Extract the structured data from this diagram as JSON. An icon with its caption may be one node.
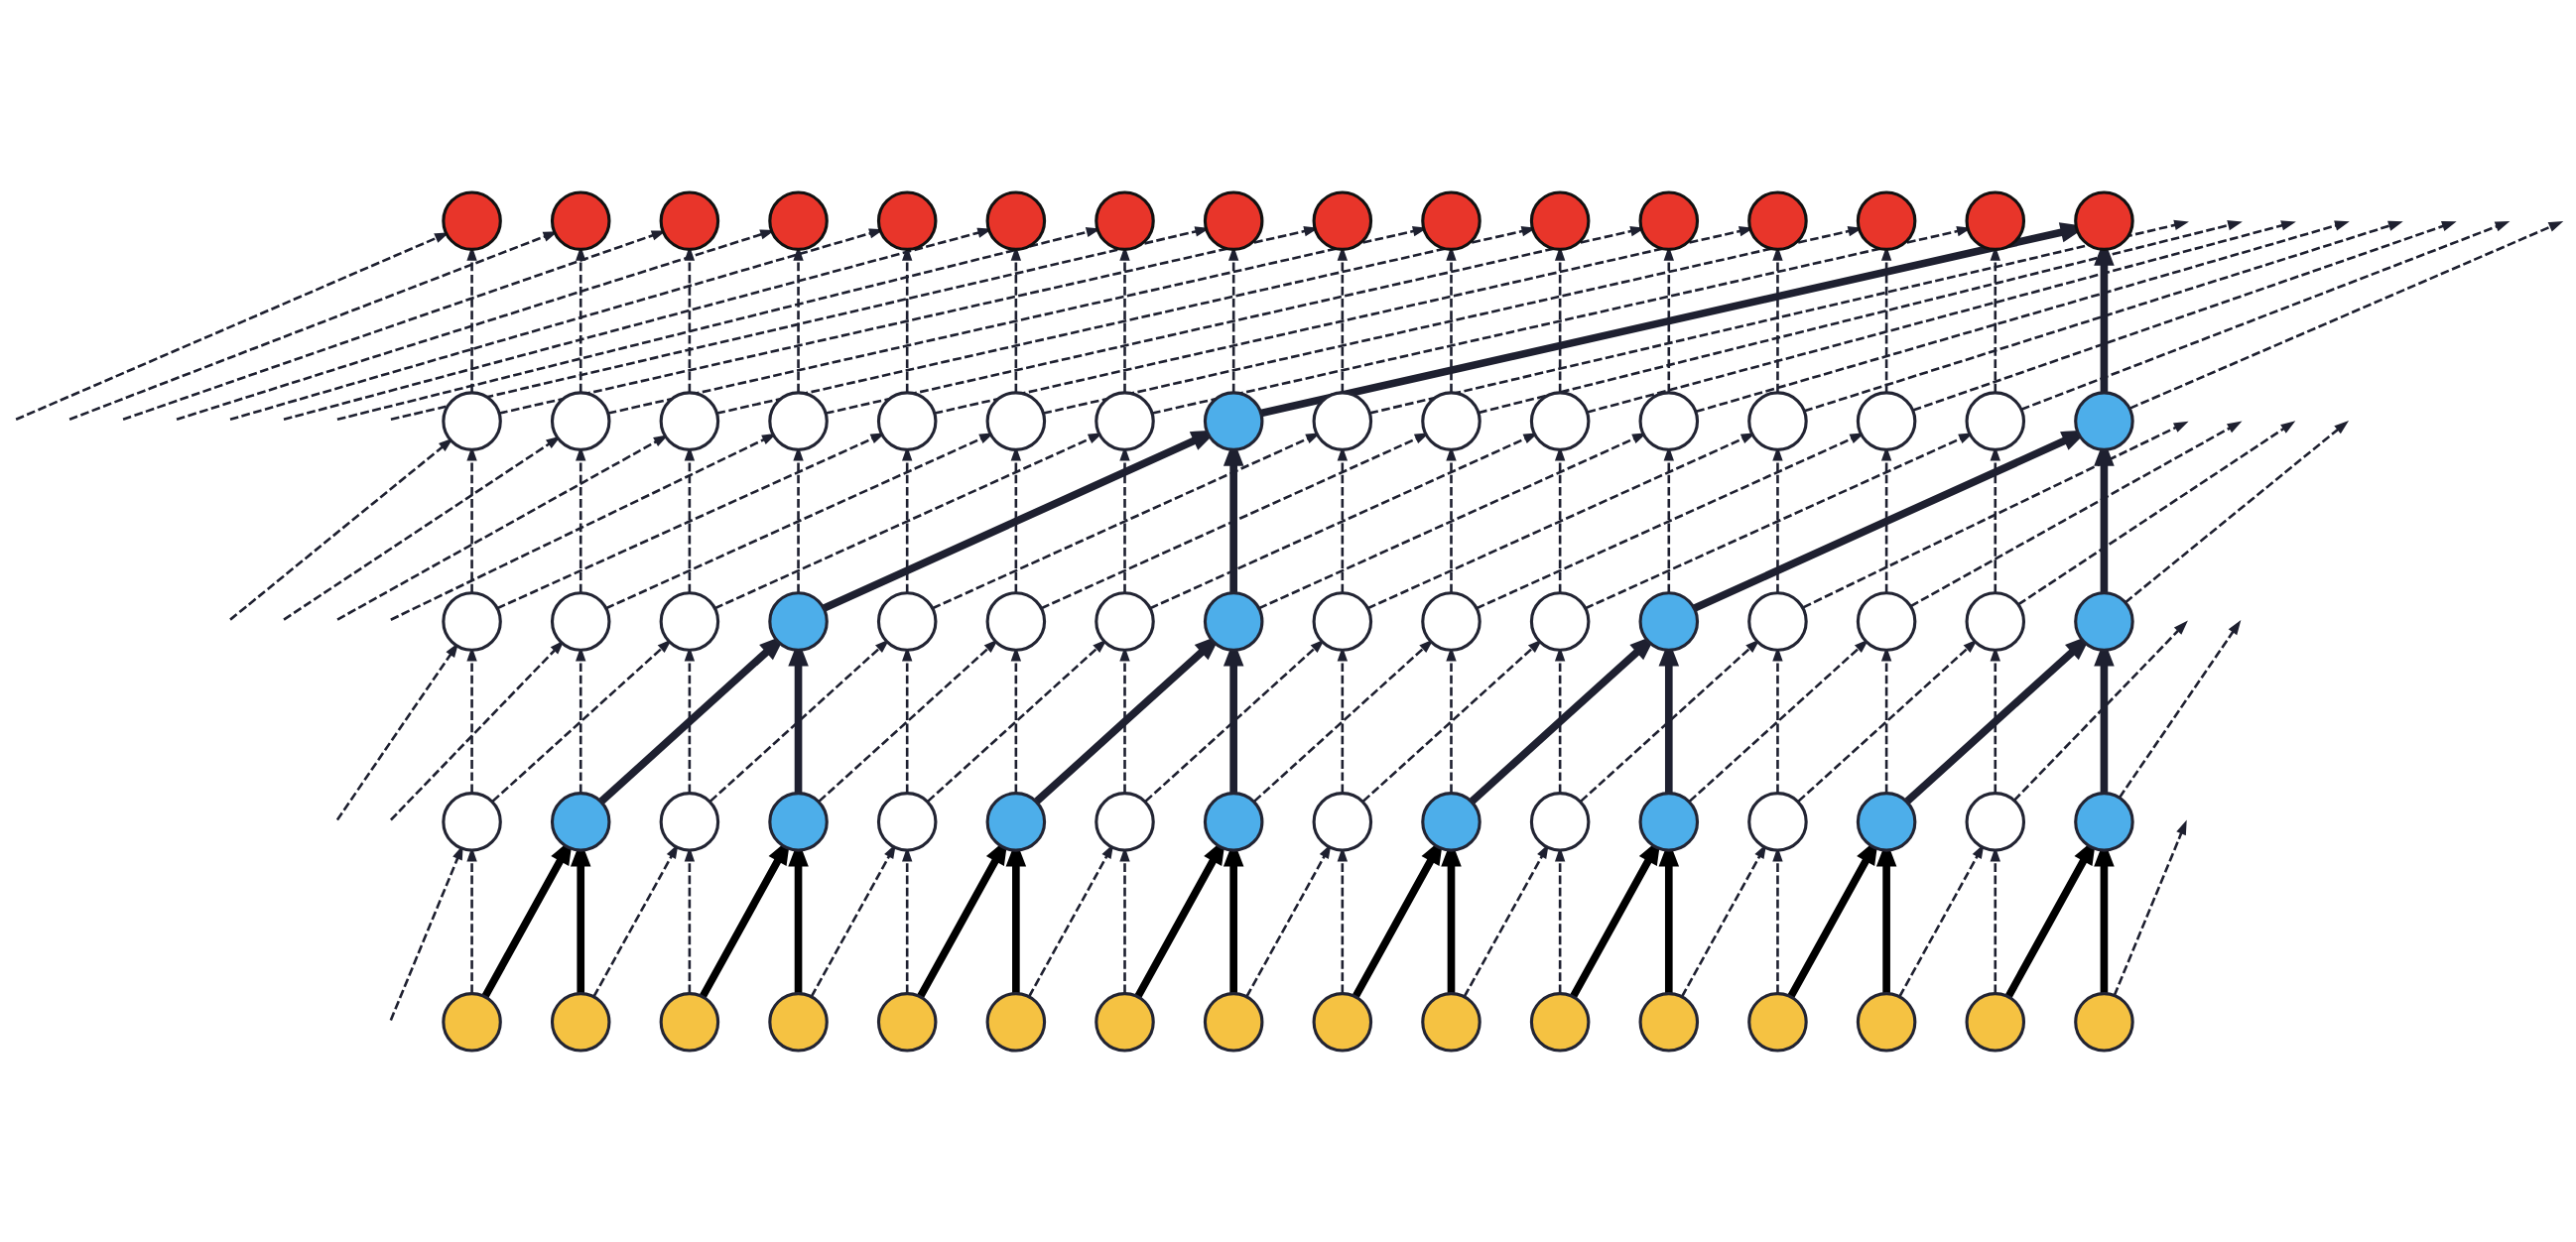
{
  "diagram": {
    "nodes": [
      {
        "text": [],
        "shape": "circle"
      },
      {
        "text": [],
        "shape": "circle"
      },
      {
        "text": [],
        "shape": "circle"
      },
      {
        "text": [],
        "shape": "circle"
      },
      {
        "text": [],
        "shape": "circle"
      },
      {
        "text": [],
        "shape": "circle"
      },
      {
        "text": [],
        "shape": "circle"
      },
      {
        "text": [],
        "shape": "circle"
      },
      {
        "text": [],
        "shape": "circle"
      },
      {
        "text": [],
        "shape": "circle"
      },
      {
        "text": [],
        "shape": "circle"
      },
      {
        "text": [],
        "shape": "circle"
      },
      {
        "text": [],
        "shape": "circle"
      },
      {
        "text": [],
        "shape": "circle"
      },
      {
        "text": [],
        "shape": "circle"
      },
      {
        "text": [],
        "shape": "circle"
      },
      {
        "text": [],
        "shape": "circle"
      },
      {
        "text": [],
        "shape": "circle"
      },
      {
        "text": [],
        "shape": "circle"
      },
      {
        "text": [],
        "shape": "circle"
      },
      {
        "text": [],
        "shape": "circle"
      },
      {
        "text": [],
        "shape": "circle"
      },
      {
        "text": [],
        "shape": "circle"
      },
      {
        "text": [],
        "shape": "circle"
      },
      {
        "text": [],
        "shape": "circle"
      },
      {
        "text": [],
        "shape": "circle"
      },
      {
        "text": [],
        "shape": "circle"
      },
      {
        "text": [],
        "shape": "circle"
      },
      {
        "text": [],
        "shape": "circle"
      },
      {
        "text": [],
        "shape": "circle"
      },
      {
        "text": [],
        "shape": "circle"
      },
      {
        "text": [],
        "shape": "circle"
      },
      {
        "text": [],
        "shape": "circle"
      },
      {
        "text": [],
        "shape": "circle"
      },
      {
        "text": [],
        "shape": "circle"
      },
      {
        "text": [],
        "shape": "circle"
      },
      {
        "text": [],
        "shape": "circle"
      },
      {
        "text": [],
        "shape": "circle"
      },
      {
        "text": [],
        "shape": "circle"
      },
      {
        "text": [],
        "shape": "circle"
      },
      {
        "text": [],
        "shape": "circle"
      },
      {
        "text": [],
        "shape": "circle"
      },
      {
        "text": [],
        "shape": "circle"
      },
      {
        "text": [],
        "shape": "circle"
      },
      {
        "text": [],
        "shape": "circle"
      },
      {
        "text": [],
        "shape": "circle"
      },
      {
        "text": [],
        "shape": "circle"
      },
      {
        "text": [],
        "shape": "circle"
      },
      {
        "text": [],
        "shape": "circle"
      },
      {
        "text": [],
        "shape": "circle"
      },
      {
        "text": [],
        "shape": "circle"
      },
      {
        "text": [],
        "shape": "circle"
      },
      {
        "text": [],
        "shape": "circle"
      },
      {
        "text": [],
        "shape": "circle"
      },
      {
        "text": [],
        "shape": "circle"
      },
      {
        "text": [],
        "shape": "circle"
      },
      {
        "text": [],
        "shape": "circle"
      },
      {
        "text": [],
        "shape": "circle"
      },
      {
        "text": [],
        "shape": "circle"
      },
      {
        "text": [],
        "shape": "circle"
      },
      {
        "text": [],
        "shape": "circle"
      },
      {
        "text": [],
        "shape": "circle"
      },
      {
        "text": [],
        "shape": "circle"
      },
      {
        "text": [],
        "shape": "circle"
      },
      {
        "text": [],
        "shape": "circle"
      },
      {
        "text": [],
        "shape": "circle"
      },
      {
        "text": [],
        "shape": "circle"
      },
      {
        "text": [],
        "shape": "circle"
      },
      {
        "text": [],
        "shape": "circle"
      },
      {
        "text": [],
        "shape": "circle"
      },
      {
        "text": [],
        "shape": "circle"
      },
      {
        "text": [],
        "shape": "circle"
      },
      {
        "text": [],
        "shape": "circle"
      },
      {
        "text": [],
        "shape": "circle"
      },
      {
        "text": [],
        "shape": "circle"
      },
      {
        "text": [],
        "shape": "circle"
      },
      {
        "text": [],
        "shape": "circle"
      },
      {
        "text": [],
        "shape": "circle"
      },
      {
        "text": [],
        "shape": "circle"
      },
      {
        "text": [],
        "shape": "circle"
      }
    ],
    "edges": [
      {
        "from": null,
        "to": 48,
        "arrow": "to",
        "style": "dashed"
      },
      {
        "from": 64,
        "to": 48,
        "arrow": "to",
        "style": "dashed"
      },
      {
        "from": 64,
        "to": 49,
        "arrow": "to",
        "style": "thick",
        "color": "#000000"
      },
      {
        "from": 65,
        "to": 49,
        "arrow": "to",
        "style": "thick",
        "color": "#000000"
      },
      {
        "from": 65,
        "to": 50,
        "arrow": "to",
        "style": "dashed"
      },
      {
        "from": 66,
        "to": 50,
        "arrow": "to",
        "style": "dashed"
      },
      {
        "from": 66,
        "to": 51,
        "arrow": "to",
        "style": "thick",
        "color": "#000000"
      },
      {
        "from": 67,
        "to": 51,
        "arrow": "to",
        "style": "thick",
        "color": "#000000"
      },
      {
        "from": 67,
        "to": 52,
        "arrow": "to",
        "style": "dashed"
      },
      {
        "from": 68,
        "to": 52,
        "arrow": "to",
        "style": "dashed"
      },
      {
        "from": 68,
        "to": 53,
        "arrow": "to",
        "style": "thick",
        "color": "#000000"
      },
      {
        "from": 69,
        "to": 53,
        "arrow": "to",
        "style": "thick",
        "color": "#000000"
      },
      {
        "from": 69,
        "to": 54,
        "arrow": "to",
        "style": "dashed"
      },
      {
        "from": 70,
        "to": 54,
        "arrow": "to",
        "style": "dashed"
      },
      {
        "from": 70,
        "to": 55,
        "arrow": "to",
        "style": "thick",
        "color": "#000000"
      },
      {
        "from": 71,
        "to": 55,
        "arrow": "to",
        "style": "thick",
        "color": "#000000"
      },
      {
        "from": 71,
        "to": 56,
        "arrow": "to",
        "style": "dashed"
      },
      {
        "from": 72,
        "to": 56,
        "arrow": "to",
        "style": "dashed"
      },
      {
        "from": 72,
        "to": 57,
        "arrow": "to",
        "style": "thick",
        "color": "#000000"
      },
      {
        "from": 73,
        "to": 57,
        "arrow": "to",
        "style": "thick",
        "color": "#000000"
      },
      {
        "from": 73,
        "to": 58,
        "arrow": "to",
        "style": "dashed"
      },
      {
        "from": 74,
        "to": 58,
        "arrow": "to",
        "style": "dashed"
      },
      {
        "from": 74,
        "to": 59,
        "arrow": "to",
        "style": "thick",
        "color": "#000000"
      },
      {
        "from": 75,
        "to": 59,
        "arrow": "to",
        "style": "thick",
        "color": "#000000"
      },
      {
        "from": 75,
        "to": 60,
        "arrow": "to",
        "style": "dashed"
      },
      {
        "from": 76,
        "to": 60,
        "arrow": "to",
        "style": "dashed"
      },
      {
        "from": 76,
        "to": 61,
        "arrow": "to",
        "style": "thick",
        "color": "#000000"
      },
      {
        "from": 77,
        "to": 61,
        "arrow": "to",
        "style": "thick",
        "color": "#000000"
      },
      {
        "from": 77,
        "to": 62,
        "arrow": "to",
        "style": "dashed"
      },
      {
        "from": 78,
        "to": 62,
        "arrow": "to",
        "style": "dashed"
      },
      {
        "from": 78,
        "to": 63,
        "arrow": "to",
        "style": "thick",
        "color": "#000000"
      },
      {
        "from": 79,
        "to": 63,
        "arrow": "to",
        "style": "thick",
        "color": "#000000"
      },
      {
        "from": 79,
        "to": null,
        "arrow": "to",
        "style": "dashed"
      },
      {
        "from": null,
        "to": 32,
        "arrow": "to",
        "style": "dashed"
      },
      {
        "from": null,
        "to": 33,
        "arrow": "to",
        "style": "dashed"
      },
      {
        "from": 48,
        "to": 32,
        "arrow": "to",
        "style": "dashed"
      },
      {
        "from": 48,
        "to": 34,
        "arrow": "to",
        "style": "dashed"
      },
      {
        "from": 49,
        "to": 33,
        "arrow": "to",
        "style": "dashed"
      },
      {
        "from": 49,
        "to": 35,
        "arrow": "to",
        "style": "thick"
      },
      {
        "from": 50,
        "to": 34,
        "arrow": "to",
        "style": "dashed"
      },
      {
        "from": 50,
        "to": 36,
        "arrow": "to",
        "style": "dashed"
      },
      {
        "from": 51,
        "to": 35,
        "arrow": "to",
        "style": "thick"
      },
      {
        "from": 51,
        "to": 37,
        "arrow": "to",
        "style": "dashed"
      },
      {
        "from": 52,
        "to": 36,
        "arrow": "to",
        "style": "dashed"
      },
      {
        "from": 52,
        "to": 38,
        "arrow": "to",
        "style": "dashed"
      },
      {
        "from": 53,
        "to": 37,
        "arrow": "to",
        "style": "dashed"
      },
      {
        "from": 53,
        "to": 39,
        "arrow": "to",
        "style": "thick"
      },
      {
        "from": 54,
        "to": 38,
        "arrow": "to",
        "style": "dashed"
      },
      {
        "from": 54,
        "to": 40,
        "arrow": "to",
        "style": "dashed"
      },
      {
        "from": 55,
        "to": 39,
        "arrow": "to",
        "style": "thick"
      },
      {
        "from": 55,
        "to": 41,
        "arrow": "to",
        "style": "dashed"
      },
      {
        "from": 56,
        "to": 40,
        "arrow": "to",
        "style": "dashed"
      },
      {
        "from": 56,
        "to": 42,
        "arrow": "to",
        "style": "dashed"
      },
      {
        "from": 57,
        "to": 41,
        "arrow": "to",
        "style": "dashed"
      },
      {
        "from": 57,
        "to": 43,
        "arrow": "to",
        "style": "thick"
      },
      {
        "from": 58,
        "to": 42,
        "arrow": "to",
        "style": "dashed"
      },
      {
        "from": 58,
        "to": 44,
        "arrow": "to",
        "style": "dashed"
      },
      {
        "from": 59,
        "to": 43,
        "arrow": "to",
        "style": "thick"
      },
      {
        "from": 59,
        "to": 45,
        "arrow": "to",
        "style": "dashed"
      },
      {
        "from": 60,
        "to": 44,
        "arrow": "to",
        "style": "dashed"
      },
      {
        "from": 60,
        "to": 46,
        "arrow": "to",
        "style": "dashed"
      },
      {
        "from": 61,
        "to": 45,
        "arrow": "to",
        "style": "dashed"
      },
      {
        "from": 61,
        "to": 47,
        "arrow": "to",
        "style": "thick"
      },
      {
        "from": 62,
        "to": 46,
        "arrow": "to",
        "style": "dashed"
      },
      {
        "from": 62,
        "to": null,
        "arrow": "to",
        "style": "dashed"
      },
      {
        "from": 63,
        "to": 47,
        "arrow": "to",
        "style": "thick"
      },
      {
        "from": 63,
        "to": null,
        "arrow": "to",
        "style": "dashed"
      },
      {
        "from": null,
        "to": 16,
        "arrow": "to",
        "style": "dashed"
      },
      {
        "from": null,
        "to": 17,
        "arrow": "to",
        "style": "dashed"
      },
      {
        "from": null,
        "to": 18,
        "arrow": "to",
        "style": "dashed"
      },
      {
        "from": null,
        "to": 19,
        "arrow": "to",
        "style": "dashed"
      },
      {
        "from": 32,
        "to": 16,
        "arrow": "to",
        "style": "dashed"
      },
      {
        "from": 32,
        "to": 20,
        "arrow": "to",
        "style": "dashed"
      },
      {
        "from": 33,
        "to": 17,
        "arrow": "to",
        "style": "dashed"
      },
      {
        "from": 33,
        "to": 21,
        "arrow": "to",
        "style": "dashed"
      },
      {
        "from": 34,
        "to": 18,
        "arrow": "to",
        "style": "dashed"
      },
      {
        "from": 34,
        "to": 22,
        "arrow": "to",
        "style": "dashed"
      },
      {
        "from": 35,
        "to": 19,
        "arrow": "to",
        "style": "dashed"
      },
      {
        "from": 35,
        "to": 23,
        "arrow": "to",
        "style": "thick"
      },
      {
        "from": 36,
        "to": 20,
        "arrow": "to",
        "style": "dashed"
      },
      {
        "from": 36,
        "to": 24,
        "arrow": "to",
        "style": "dashed"
      },
      {
        "from": 37,
        "to": 21,
        "arrow": "to",
        "style": "dashed"
      },
      {
        "from": 37,
        "to": 25,
        "arrow": "to",
        "style": "dashed"
      },
      {
        "from": 38,
        "to": 22,
        "arrow": "to",
        "style": "dashed"
      },
      {
        "from": 38,
        "to": 26,
        "arrow": "to",
        "style": "dashed"
      },
      {
        "from": 39,
        "to": 23,
        "arrow": "to",
        "style": "thick"
      },
      {
        "from": 39,
        "to": 27,
        "arrow": "to",
        "style": "dashed"
      },
      {
        "from": 40,
        "to": 24,
        "arrow": "to",
        "style": "dashed"
      },
      {
        "from": 40,
        "to": 28,
        "arrow": "to",
        "style": "dashed"
      },
      {
        "from": 41,
        "to": 25,
        "arrow": "to",
        "style": "dashed"
      },
      {
        "from": 41,
        "to": 29,
        "arrow": "to",
        "style": "dashed"
      },
      {
        "from": 42,
        "to": 26,
        "arrow": "to",
        "style": "dashed"
      },
      {
        "from": 42,
        "to": 30,
        "arrow": "to",
        "style": "dashed"
      },
      {
        "from": 43,
        "to": 27,
        "arrow": "to",
        "style": "dashed"
      },
      {
        "from": 43,
        "to": 31,
        "arrow": "to",
        "style": "thick"
      },
      {
        "from": 44,
        "to": 28,
        "arrow": "to",
        "style": "dashed"
      },
      {
        "from": 44,
        "to": null,
        "arrow": "to",
        "style": "dashed"
      },
      {
        "from": 45,
        "to": 29,
        "arrow": "to",
        "style": "dashed"
      },
      {
        "from": 45,
        "to": null,
        "arrow": "to",
        "style": "dashed"
      },
      {
        "from": 46,
        "to": 30,
        "arrow": "to",
        "style": "dashed"
      },
      {
        "from": 46,
        "to": null,
        "arrow": "to",
        "style": "dashed"
      },
      {
        "from": 47,
        "to": 31,
        "arrow": "to",
        "style": "thick"
      },
      {
        "from": 47,
        "to": null,
        "arrow": "to",
        "style": "dashed"
      },
      {
        "from": null,
        "to": 0,
        "arrow": "to",
        "style": "dashed"
      },
      {
        "from": null,
        "to": 1,
        "arrow": "to",
        "style": "dashed"
      },
      {
        "from": null,
        "to": 2,
        "arrow": "to",
        "style": "dashed"
      },
      {
        "from": null,
        "to": 3,
        "arrow": "to",
        "style": "dashed"
      },
      {
        "from": null,
        "to": 4,
        "arrow": "to",
        "style": "dashed"
      },
      {
        "from": null,
        "to": 5,
        "arrow": "to",
        "style": "dashed"
      },
      {
        "from": null,
        "to": 6,
        "arrow": "to",
        "style": "dashed"
      },
      {
        "from": null,
        "to": 7,
        "arrow": "to",
        "style": "dashed"
      },
      {
        "from": 16,
        "to": 0,
        "arrow": "to",
        "style": "dashed"
      },
      {
        "from": 16,
        "to": 8,
        "arrow": "to",
        "style": "dashed"
      },
      {
        "from": 17,
        "to": 1,
        "arrow": "to",
        "style": "dashed"
      },
      {
        "from": 17,
        "to": 9,
        "arrow": "to",
        "style": "dashed"
      },
      {
        "from": 18,
        "to": 2,
        "arrow": "to",
        "style": "dashed"
      },
      {
        "from": 18,
        "to": 10,
        "arrow": "to",
        "style": "dashed"
      },
      {
        "from": 19,
        "to": 3,
        "arrow": "to",
        "style": "dashed"
      },
      {
        "from": 19,
        "to": 11,
        "arrow": "to",
        "style": "dashed"
      },
      {
        "from": 20,
        "to": 4,
        "arrow": "to",
        "style": "dashed"
      },
      {
        "from": 20,
        "to": 12,
        "arrow": "to",
        "style": "dashed"
      },
      {
        "from": 21,
        "to": 5,
        "arrow": "to",
        "style": "dashed"
      },
      {
        "from": 21,
        "to": 13,
        "arrow": "to",
        "style": "dashed"
      },
      {
        "from": 22,
        "to": 6,
        "arrow": "to",
        "style": "dashed"
      },
      {
        "from": 22,
        "to": 14,
        "arrow": "to",
        "style": "dashed"
      },
      {
        "from": 23,
        "to": 7,
        "arrow": "to",
        "style": "dashed"
      },
      {
        "from": 23,
        "to": 15,
        "arrow": "to",
        "style": "thick"
      },
      {
        "from": 24,
        "to": 8,
        "arrow": "to",
        "style": "dashed"
      },
      {
        "from": 24,
        "to": null,
        "arrow": "to",
        "style": "dashed"
      },
      {
        "from": 25,
        "to": 9,
        "arrow": "to",
        "style": "dashed"
      },
      {
        "from": 25,
        "to": null,
        "arrow": "to",
        "style": "dashed"
      },
      {
        "from": 26,
        "to": 10,
        "arrow": "to",
        "style": "dashed"
      },
      {
        "from": 26,
        "to": null,
        "arrow": "to",
        "style": "dashed"
      },
      {
        "from": 27,
        "to": 11,
        "arrow": "to",
        "style": "dashed"
      },
      {
        "from": 27,
        "to": null,
        "arrow": "to",
        "style": "dashed"
      },
      {
        "from": 28,
        "to": 12,
        "arrow": "to",
        "style": "dashed"
      },
      {
        "from": 28,
        "to": null,
        "arrow": "to",
        "style": "dashed"
      },
      {
        "from": 29,
        "to": 13,
        "arrow": "to",
        "style": "dashed"
      },
      {
        "from": 29,
        "to": null,
        "arrow": "to",
        "style": "dashed"
      },
      {
        "from": 30,
        "to": 14,
        "arrow": "to",
        "style": "dashed"
      },
      {
        "from": 30,
        "to": null,
        "arrow": "to",
        "style": "dashed"
      },
      {
        "from": 31,
        "to": 15,
        "arrow": "to",
        "style": "thick"
      },
      {
        "from": 31,
        "to": null,
        "arrow": "to",
        "style": "dashed"
      }
    ]
  }
}
